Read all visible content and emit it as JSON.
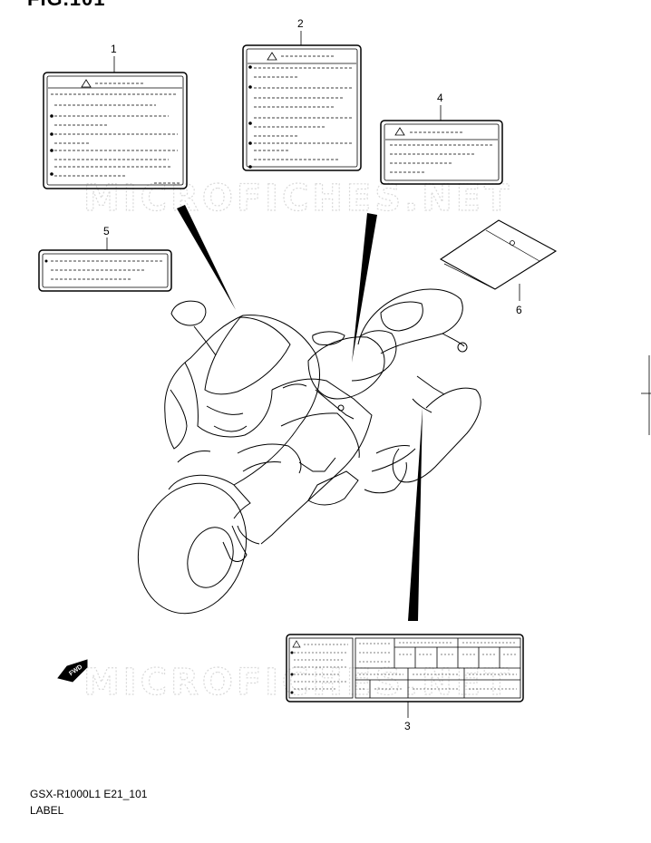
{
  "figure": {
    "title": "FIG.101",
    "model_code": "GSX-R1000L1 E21_101",
    "section_name": "LABEL"
  },
  "watermark": {
    "text": "MICROFICHES.NET"
  },
  "callouts": [
    {
      "id": "1",
      "label": "1"
    },
    {
      "id": "2",
      "label": "2"
    },
    {
      "id": "3",
      "label": "3"
    },
    {
      "id": "4",
      "label": "4"
    },
    {
      "id": "5",
      "label": "5"
    },
    {
      "id": "6",
      "label": "6"
    }
  ],
  "direction_badge": {
    "text": "FWD"
  }
}
